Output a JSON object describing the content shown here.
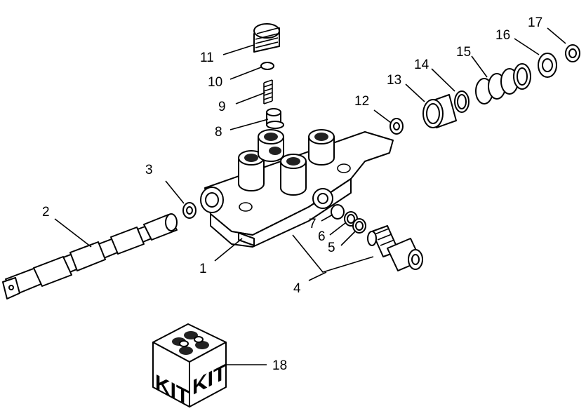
{
  "labels": {
    "l1": "1",
    "l2": "2",
    "l3": "3",
    "l4": "4",
    "l5": "5",
    "l6": "6",
    "l7": "7",
    "l8": "8",
    "l9": "9",
    "l10": "10",
    "l11": "11",
    "l12": "12",
    "l13": "13",
    "l14": "14",
    "l15": "15",
    "l16": "16",
    "l17": "17",
    "l18": "18"
  },
  "kit": {
    "face_left": "KIT",
    "face_right": "KIT"
  }
}
